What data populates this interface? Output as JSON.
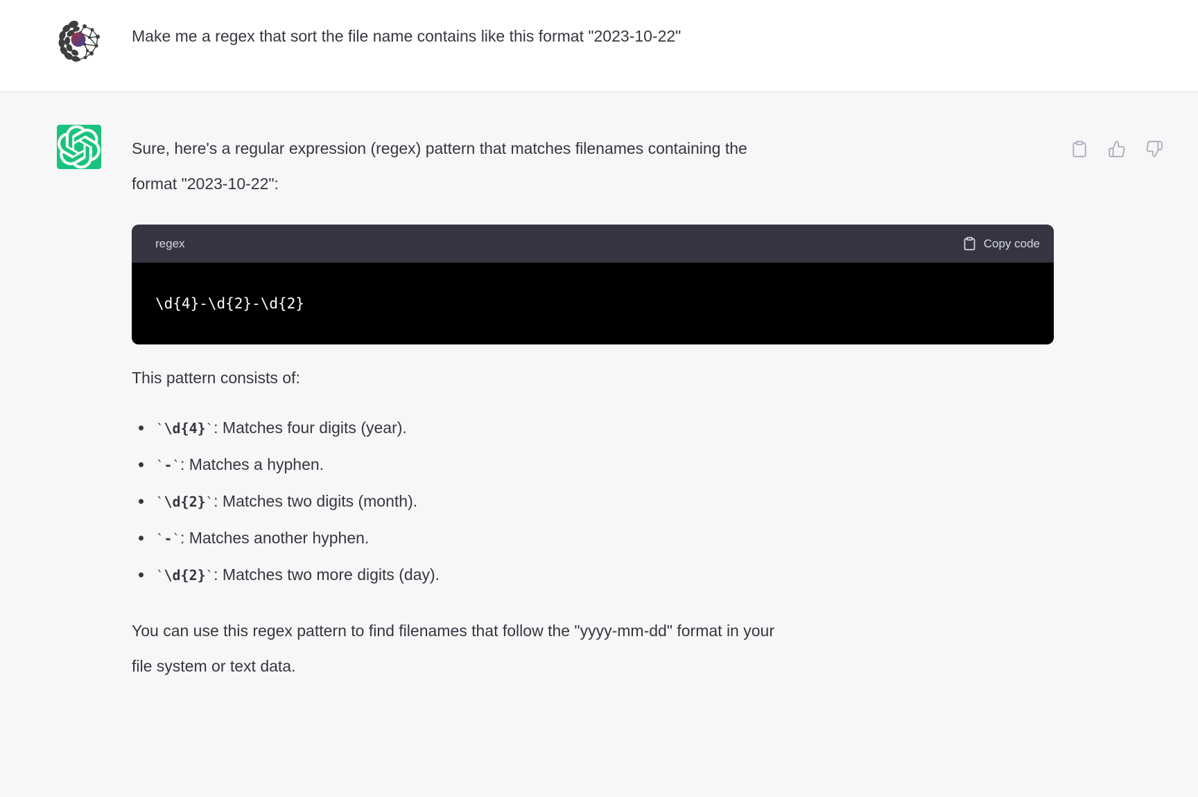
{
  "user": {
    "message": "Make me a regex that sort the file name contains like this format \"2023-10-22\""
  },
  "assistant": {
    "intro_line1": "Sure, here's a regular expression (regex) pattern that matches filenames containing the",
    "intro_line2": "format \"2023-10-22\":",
    "code_block": {
      "language": "regex",
      "copy_label": "Copy code",
      "code": "\\d{4}-\\d{2}-\\d{2}"
    },
    "pattern_heading": "This pattern consists of:",
    "tick": "`",
    "list": [
      {
        "code": "\\d{4}",
        "desc": ": Matches four digits (year)."
      },
      {
        "code": "-",
        "desc": ": Matches a hyphen."
      },
      {
        "code": "\\d{2}",
        "desc": ": Matches two digits (month)."
      },
      {
        "code": "-",
        "desc": ": Matches another hyphen."
      },
      {
        "code": "\\d{2}",
        "desc": ": Matches two more digits (day)."
      }
    ],
    "closing_line1": "You can use this regex pattern to find filenames that follow the \"yyyy-mm-dd\" format in your",
    "closing_line2": "file system or text data."
  },
  "colors": {
    "assistant_bg": "#f7f7f8",
    "user_bg": "#ffffff",
    "text": "#353740",
    "code_header_bg": "#343541",
    "code_header_text": "#d9d9e3",
    "code_body_bg": "#000000",
    "code_text": "#ffffff",
    "avatar_green": "#19c37d",
    "icon_gray": "#a9abb8"
  }
}
